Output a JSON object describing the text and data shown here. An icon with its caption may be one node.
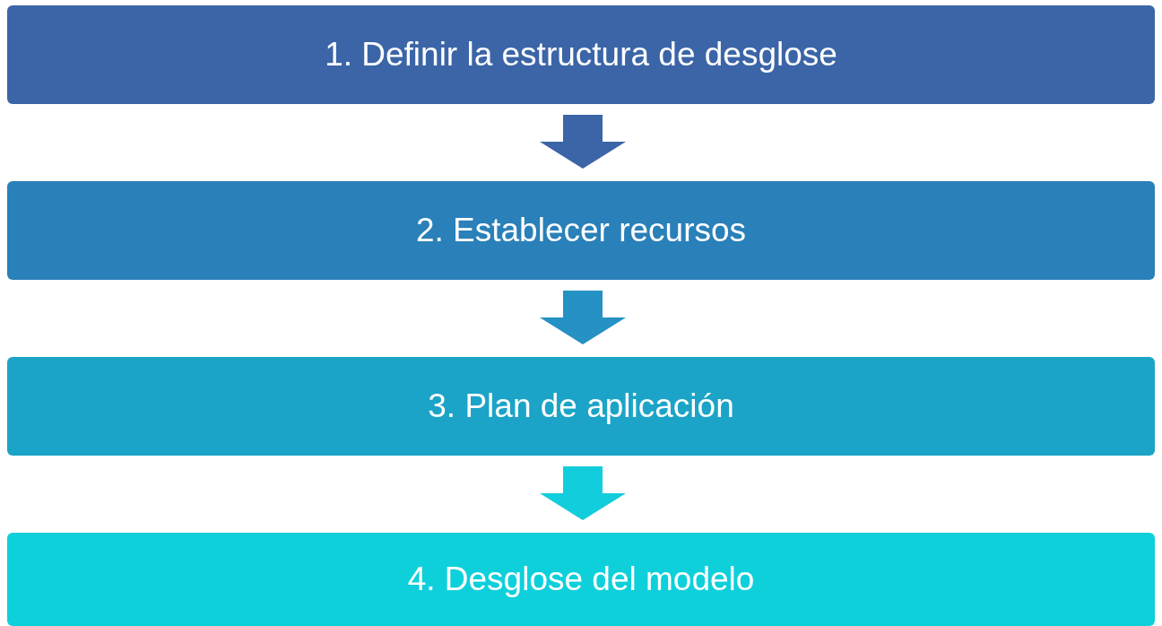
{
  "diagram": {
    "nodes": [
      {
        "text": [
          "1. Definir la estructura de desglose"
        ]
      },
      {
        "text": [
          "2. Establecer recursos"
        ]
      },
      {
        "text": [
          "3. Plan de aplicación"
        ]
      },
      {
        "text": [
          "4. Desglose del modelo"
        ]
      }
    ],
    "edges": [
      {
        "from": 0,
        "to": 1,
        "arrow": "to",
        "style": "thick",
        "color": "#3b65a7"
      },
      {
        "from": 1,
        "to": 2,
        "arrow": "to",
        "style": "thick",
        "color": "#2591c4"
      },
      {
        "from": 2,
        "to": 3,
        "arrow": "to",
        "style": "thick",
        "color": "#12cddb"
      }
    ]
  }
}
